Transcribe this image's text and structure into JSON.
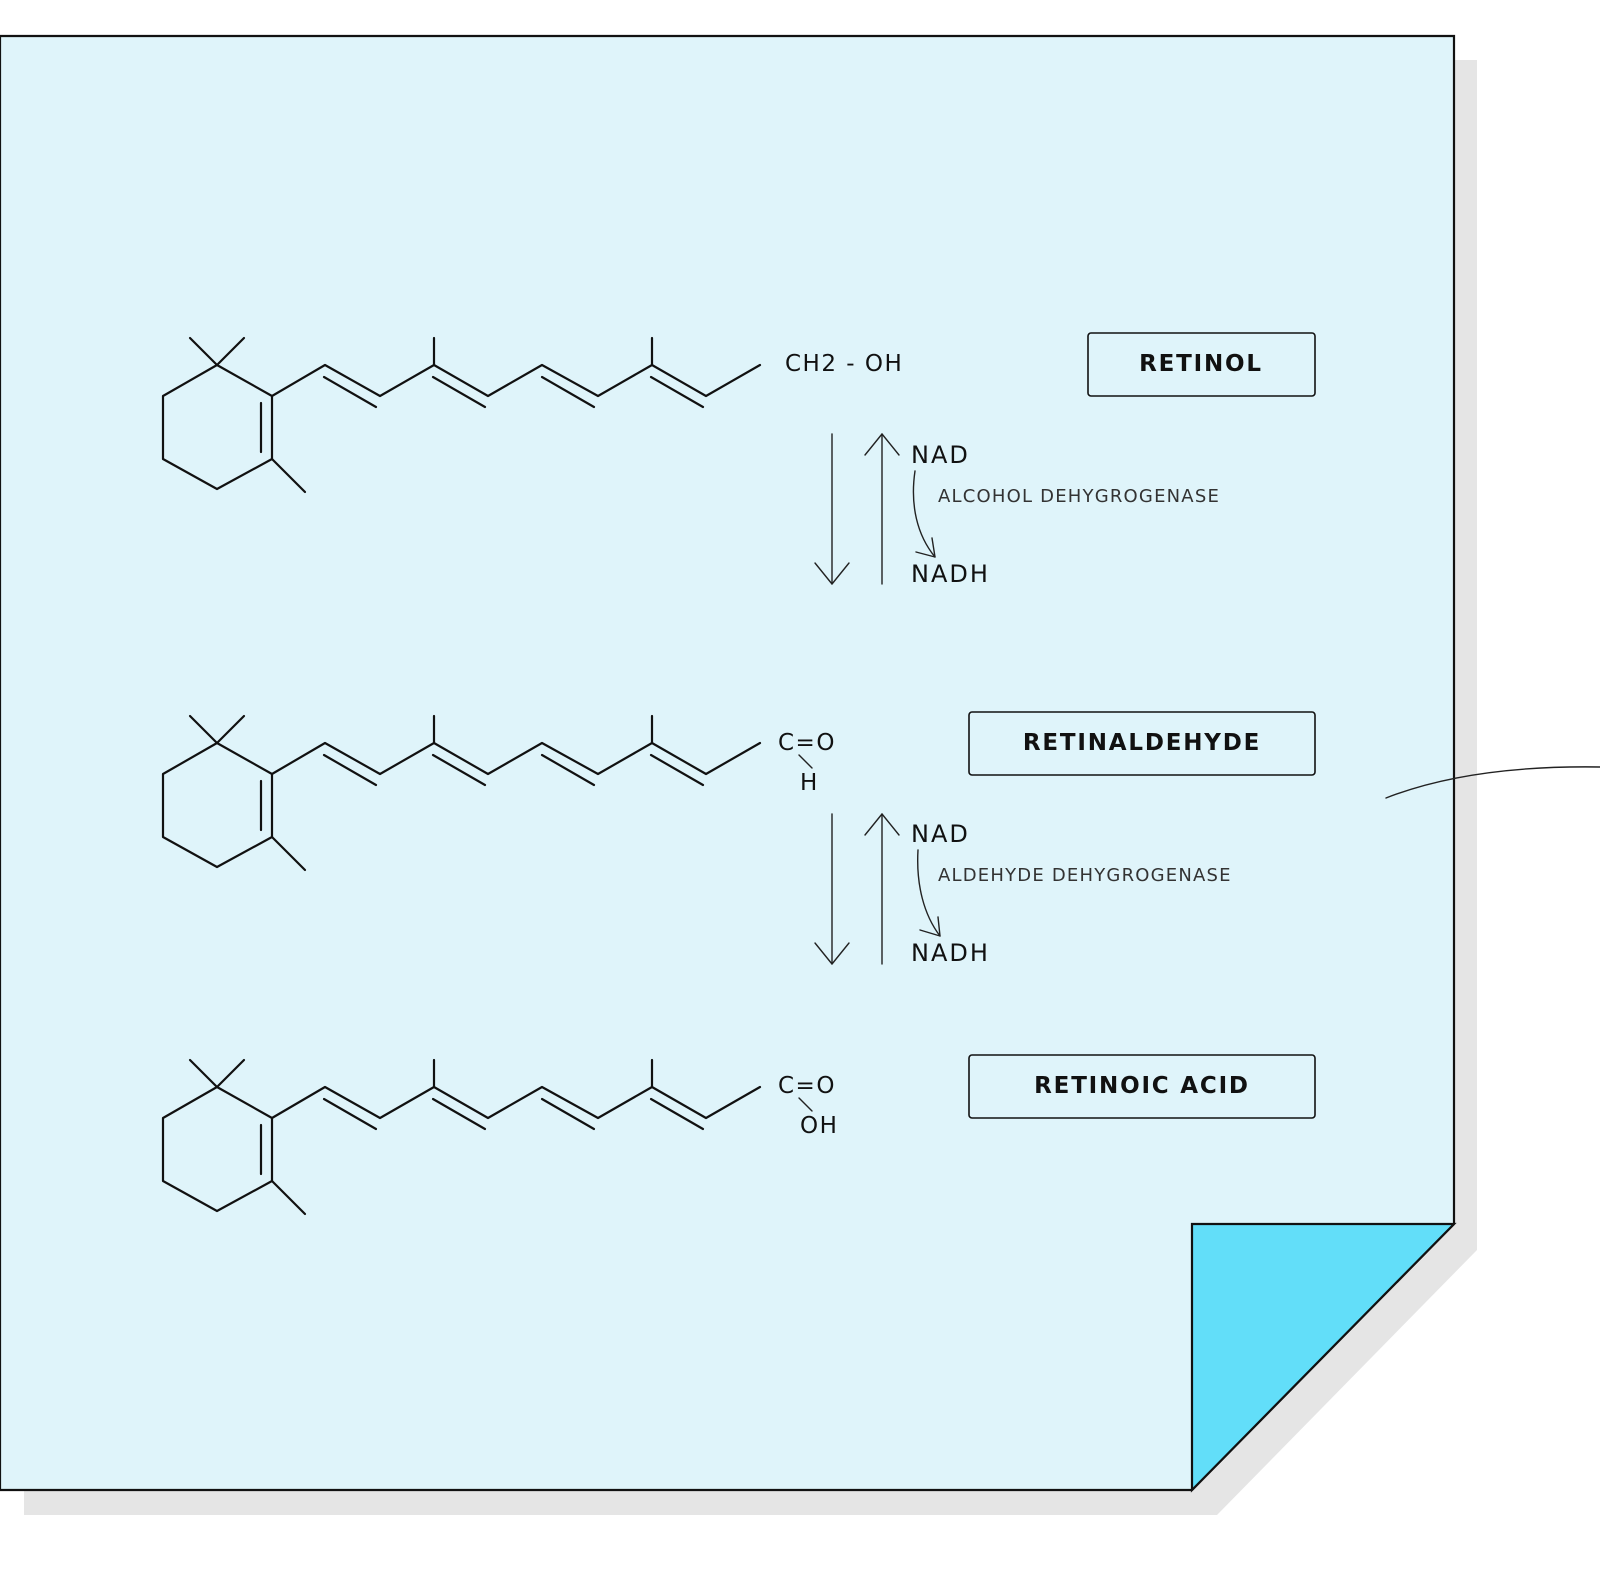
{
  "colors": {
    "sheet": "#dff4fa",
    "fold": "#62def9",
    "shadow": "#e5e5e5",
    "ink": "#111111"
  },
  "molecules": [
    {
      "name": "RETINOL",
      "end_group": "CH2 - OH",
      "end_sub": ""
    },
    {
      "name": "RETINALDEHYDE",
      "end_group": "C=O",
      "end_sub": "H"
    },
    {
      "name": "RETINOIC ACID",
      "end_group": "C=O",
      "end_sub": "OH"
    }
  ],
  "reactions": [
    {
      "cofactor_in": "NAD",
      "cofactor_out": "NADH",
      "enzyme": "ALCOHOL DEHYGROGENASE"
    },
    {
      "cofactor_in": "NAD",
      "cofactor_out": "NADH",
      "enzyme": "ALDEHYDE DEHYGROGENASE"
    }
  ]
}
